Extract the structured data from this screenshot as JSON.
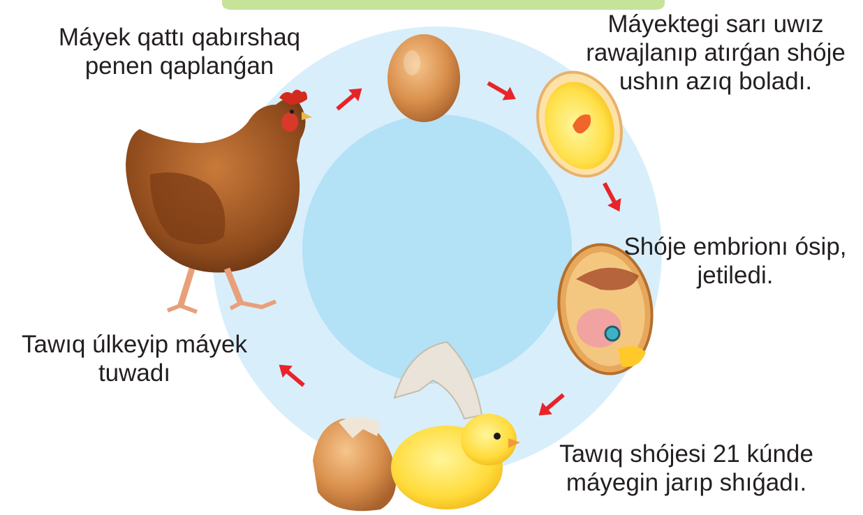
{
  "stages": [
    {
      "lines": [
        "Máyek qattı qabırshaq",
        "penen qaplanǵan"
      ]
    },
    {
      "lines": [
        "Máyektegi sarı uwız",
        "rawajlanıp atırǵan shóje",
        "ushın azıq boladı."
      ]
    },
    {
      "lines": [
        "Shóje embrionı ósip,",
        "jetiledi."
      ]
    },
    {
      "lines": [
        "Tawıq shójesi 21 kúnde",
        "máyegin jarıp shıǵadı."
      ]
    },
    {
      "lines": [
        "Tawıq úlkeyip máyek",
        "tuwadı"
      ]
    }
  ],
  "colors": {
    "outer_ring": "#d8eefb",
    "inner_circle": "#b3e1f6",
    "arrow": "#e8232a",
    "top_banner": "#c6e39a",
    "text": "#231f20"
  }
}
